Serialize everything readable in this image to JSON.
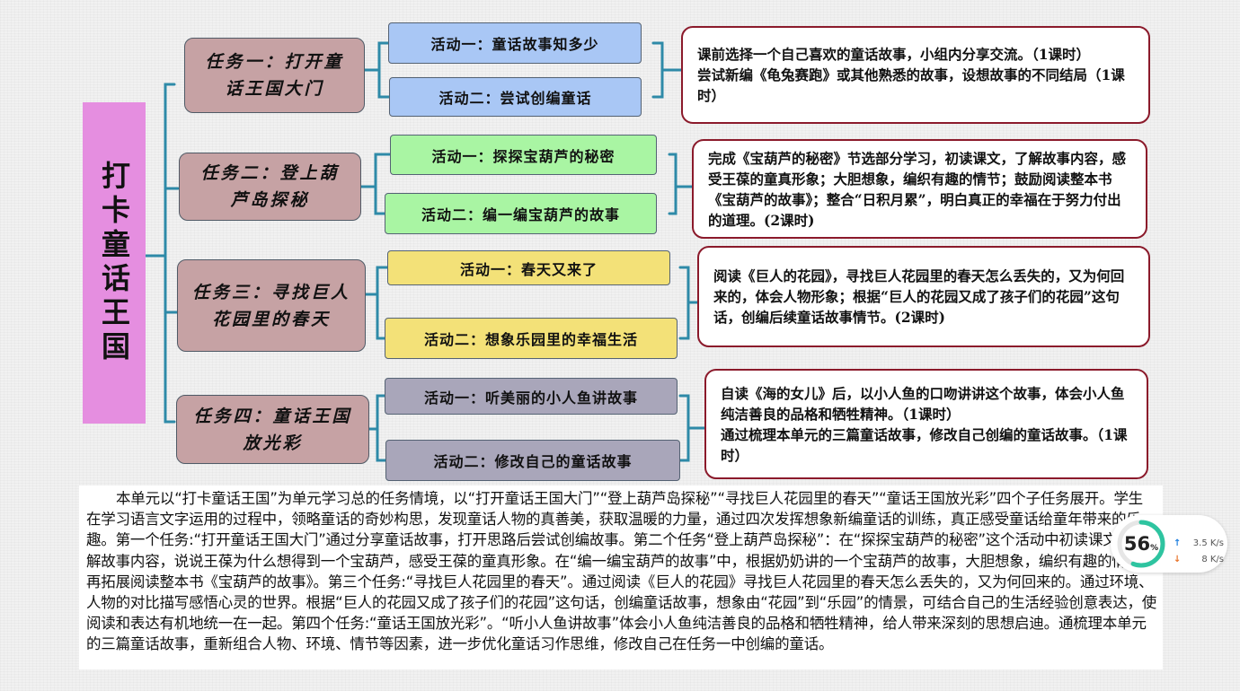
{
  "diagram": {
    "root": "打卡童话王国",
    "tasks": [
      {
        "label": "任务一：打开童话王国大门",
        "activities": [
          "活动一：童话故事知多少",
          "活动二：尝试创编童话"
        ],
        "desc": [
          "课前选择一个自己喜欢的童话故事，小组内分享交流。（1课时）",
          "尝试新编《龟兔赛跑》或其他熟悉的故事，设想故事的不同结局（1课时）"
        ]
      },
      {
        "label": "任务二：登上葫芦岛探秘",
        "activities": [
          "活动一：探探宝葫芦的秘密",
          "活动二：编一编宝葫芦的故事"
        ],
        "desc": [
          "完成《宝葫芦的秘密》节选部分学习，初读课文，了解故事内容，感受王葆的童真形象；大胆想象，编织有趣的情节；鼓励阅读整本书《宝葫芦的故事》；整合“日积月累”，明白真正的幸福在于努力付出的道理。(2课时)"
        ]
      },
      {
        "label": "任务三：寻找巨人花园里的春天",
        "activities": [
          "活动一：春天又来了",
          "活动二：想象乐园里的幸福生活"
        ],
        "desc": [
          "阅读《巨人的花园》，寻找巨人花园里的春天怎么丢失的，又为何回来的，体会人物形象；根据“巨人的花园又成了孩子们的花园”这句话，创编后续童话故事情节。(2课时)"
        ]
      },
      {
        "label": "任务四：童话王国放光彩",
        "activities": [
          "活动一：听美丽的小人鱼讲故事",
          "活动二：修改自己的童话故事"
        ],
        "desc": [
          "自读《海的女儿》后，以小人鱼的口吻讲讲这个故事，体会小人鱼纯洁善良的品格和牺牲精神。（1课时）",
          "通过梳理本单元的三篇童话故事，修改自己创编的童话故事。（1课时）"
        ]
      }
    ]
  },
  "summary": "本单元以“打卡童话王国”为单元学习总的任务情境，以“打开童话王国大门”“登上葫芦岛探秘”“寻找巨人花园里的春天”“童话王国放光彩”四个子任务展开。学生在学习语言文字运用的过程中，领略童话的奇妙构思，发现童话人物的真善美，获取温暖的力量，通过四次发挥想象新编童话的训练，真正感受童话给童年带来的乐趣。第一个任务:“打开童话王国大门”通过分享童话故事，打开思路后尝试创编故事。第二个任务“登上葫芦岛探秘”：在“探探宝葫芦的秘密”这个活动中初读课文，了解故事内容，说说王葆为什么想得到一个宝葫芦，感受王葆的童真形象。在“编一编宝葫芦的故事”中，根据奶奶讲的一个宝葫芦的故事，大胆想象，编织有趣的情节。再拓展阅读整本书《宝葫芦的故事》。第三个任务:“寻找巨人花园里的春天”。通过阅读《巨人的花园》寻找巨人花园里的春天怎么丢失的，又为何回来的。通过环境、人物的对比描写感悟心灵的世界。根据“巨人的花园又成了孩子们的花园”这句话，创编童话故事，想象由“花园”到“乐园”的情景，可结合自己的生活经验创意表达，使阅读和表达有机地统一在一起。第四个任务:“童话王国放光彩”。“听小人鱼讲故事”体会小人鱼纯洁善良的品格和牺牲精神，给人带来深刻的思想启迪。通梳理本单元的三篇童话故事，重新组合人物、环境、情节等因素，进一步优化童话习作思维，修改自己在任务一中创编的童话。",
  "widget": {
    "percent": 56,
    "percent_unit": "%",
    "up_speed": "3.5 K/s",
    "down_speed": "8 K/s",
    "up_arrow": "↑",
    "down_arrow": "↓"
  },
  "colors": {
    "root": "#e58ee0",
    "task": "#c6a2a4",
    "activity1": "#a9c7f5",
    "activity2": "#a9f5a3",
    "activity3": "#f3e178",
    "activity4": "#a9a6ba",
    "desc_border": "#8b1a2b",
    "connector": "#2e8aa8"
  }
}
